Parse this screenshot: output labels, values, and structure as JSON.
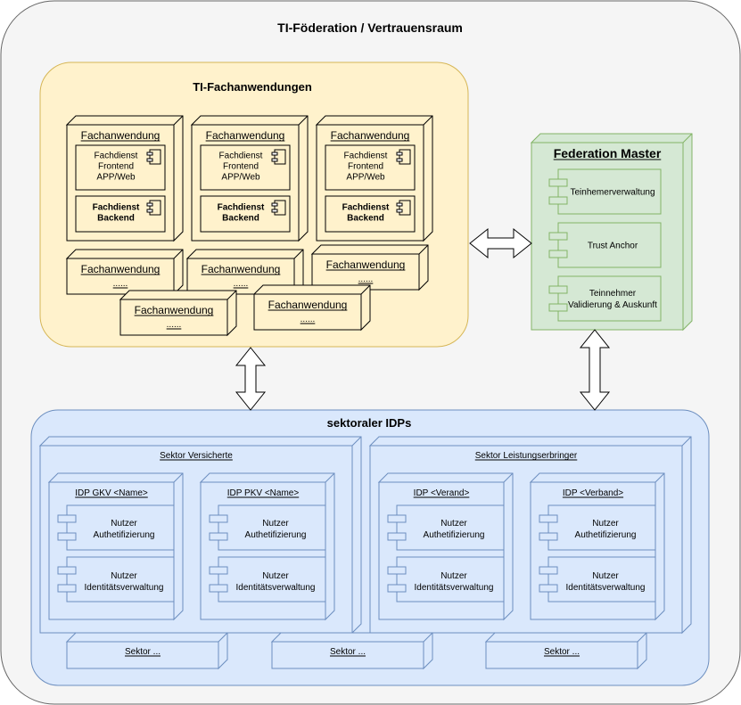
{
  "title": "TI-Föderation / Vertrauensraum",
  "fachanwendungen": {
    "title": "TI-Fachanwendungen",
    "node_label": "Fachanwendung",
    "frontend_lines": [
      "Fachdienst",
      "Frontend",
      "APP/Web"
    ],
    "backend_lines": [
      "Fachdienst",
      "Backend"
    ],
    "ellipsis": "......"
  },
  "federation_master": {
    "title": "Federation Master",
    "components": [
      {
        "lines": [
          "Teinhemerverwaltung"
        ]
      },
      {
        "lines": [
          "Trust Anchor"
        ]
      },
      {
        "lines": [
          "Teinnehmer",
          "Validierung & Auskunft"
        ]
      }
    ]
  },
  "idps": {
    "title": "sektoraler IDPs",
    "sectors": [
      {
        "label": "Sektor  Versicherte",
        "idps": [
          {
            "label": "IDP GKV <Name>"
          },
          {
            "label": "IDP PKV <Name>"
          }
        ]
      },
      {
        "label": "Sektor  Leistungserbringer",
        "idps": [
          {
            "label": "IDP  <Verand>"
          },
          {
            "label": "IDP  <Verband>"
          }
        ]
      }
    ],
    "auth_lines": [
      "Nutzer",
      "Authetifizierung"
    ],
    "identity_lines": [
      "Nutzer",
      "Identitätsverwaltung"
    ],
    "more_sectors": [
      "Sektor  ...",
      "Sektor  ...",
      "Sektor  ..."
    ]
  },
  "colors": {
    "outer_fill": "#f5f5f5",
    "fach_fill": "#fff2cc",
    "fach_stroke": "#d6b656",
    "fm_fill": "#d5e8d4",
    "fm_stroke": "#82b366",
    "idp_fill": "#dae8fc",
    "idp_stroke": "#6c8ebf"
  }
}
